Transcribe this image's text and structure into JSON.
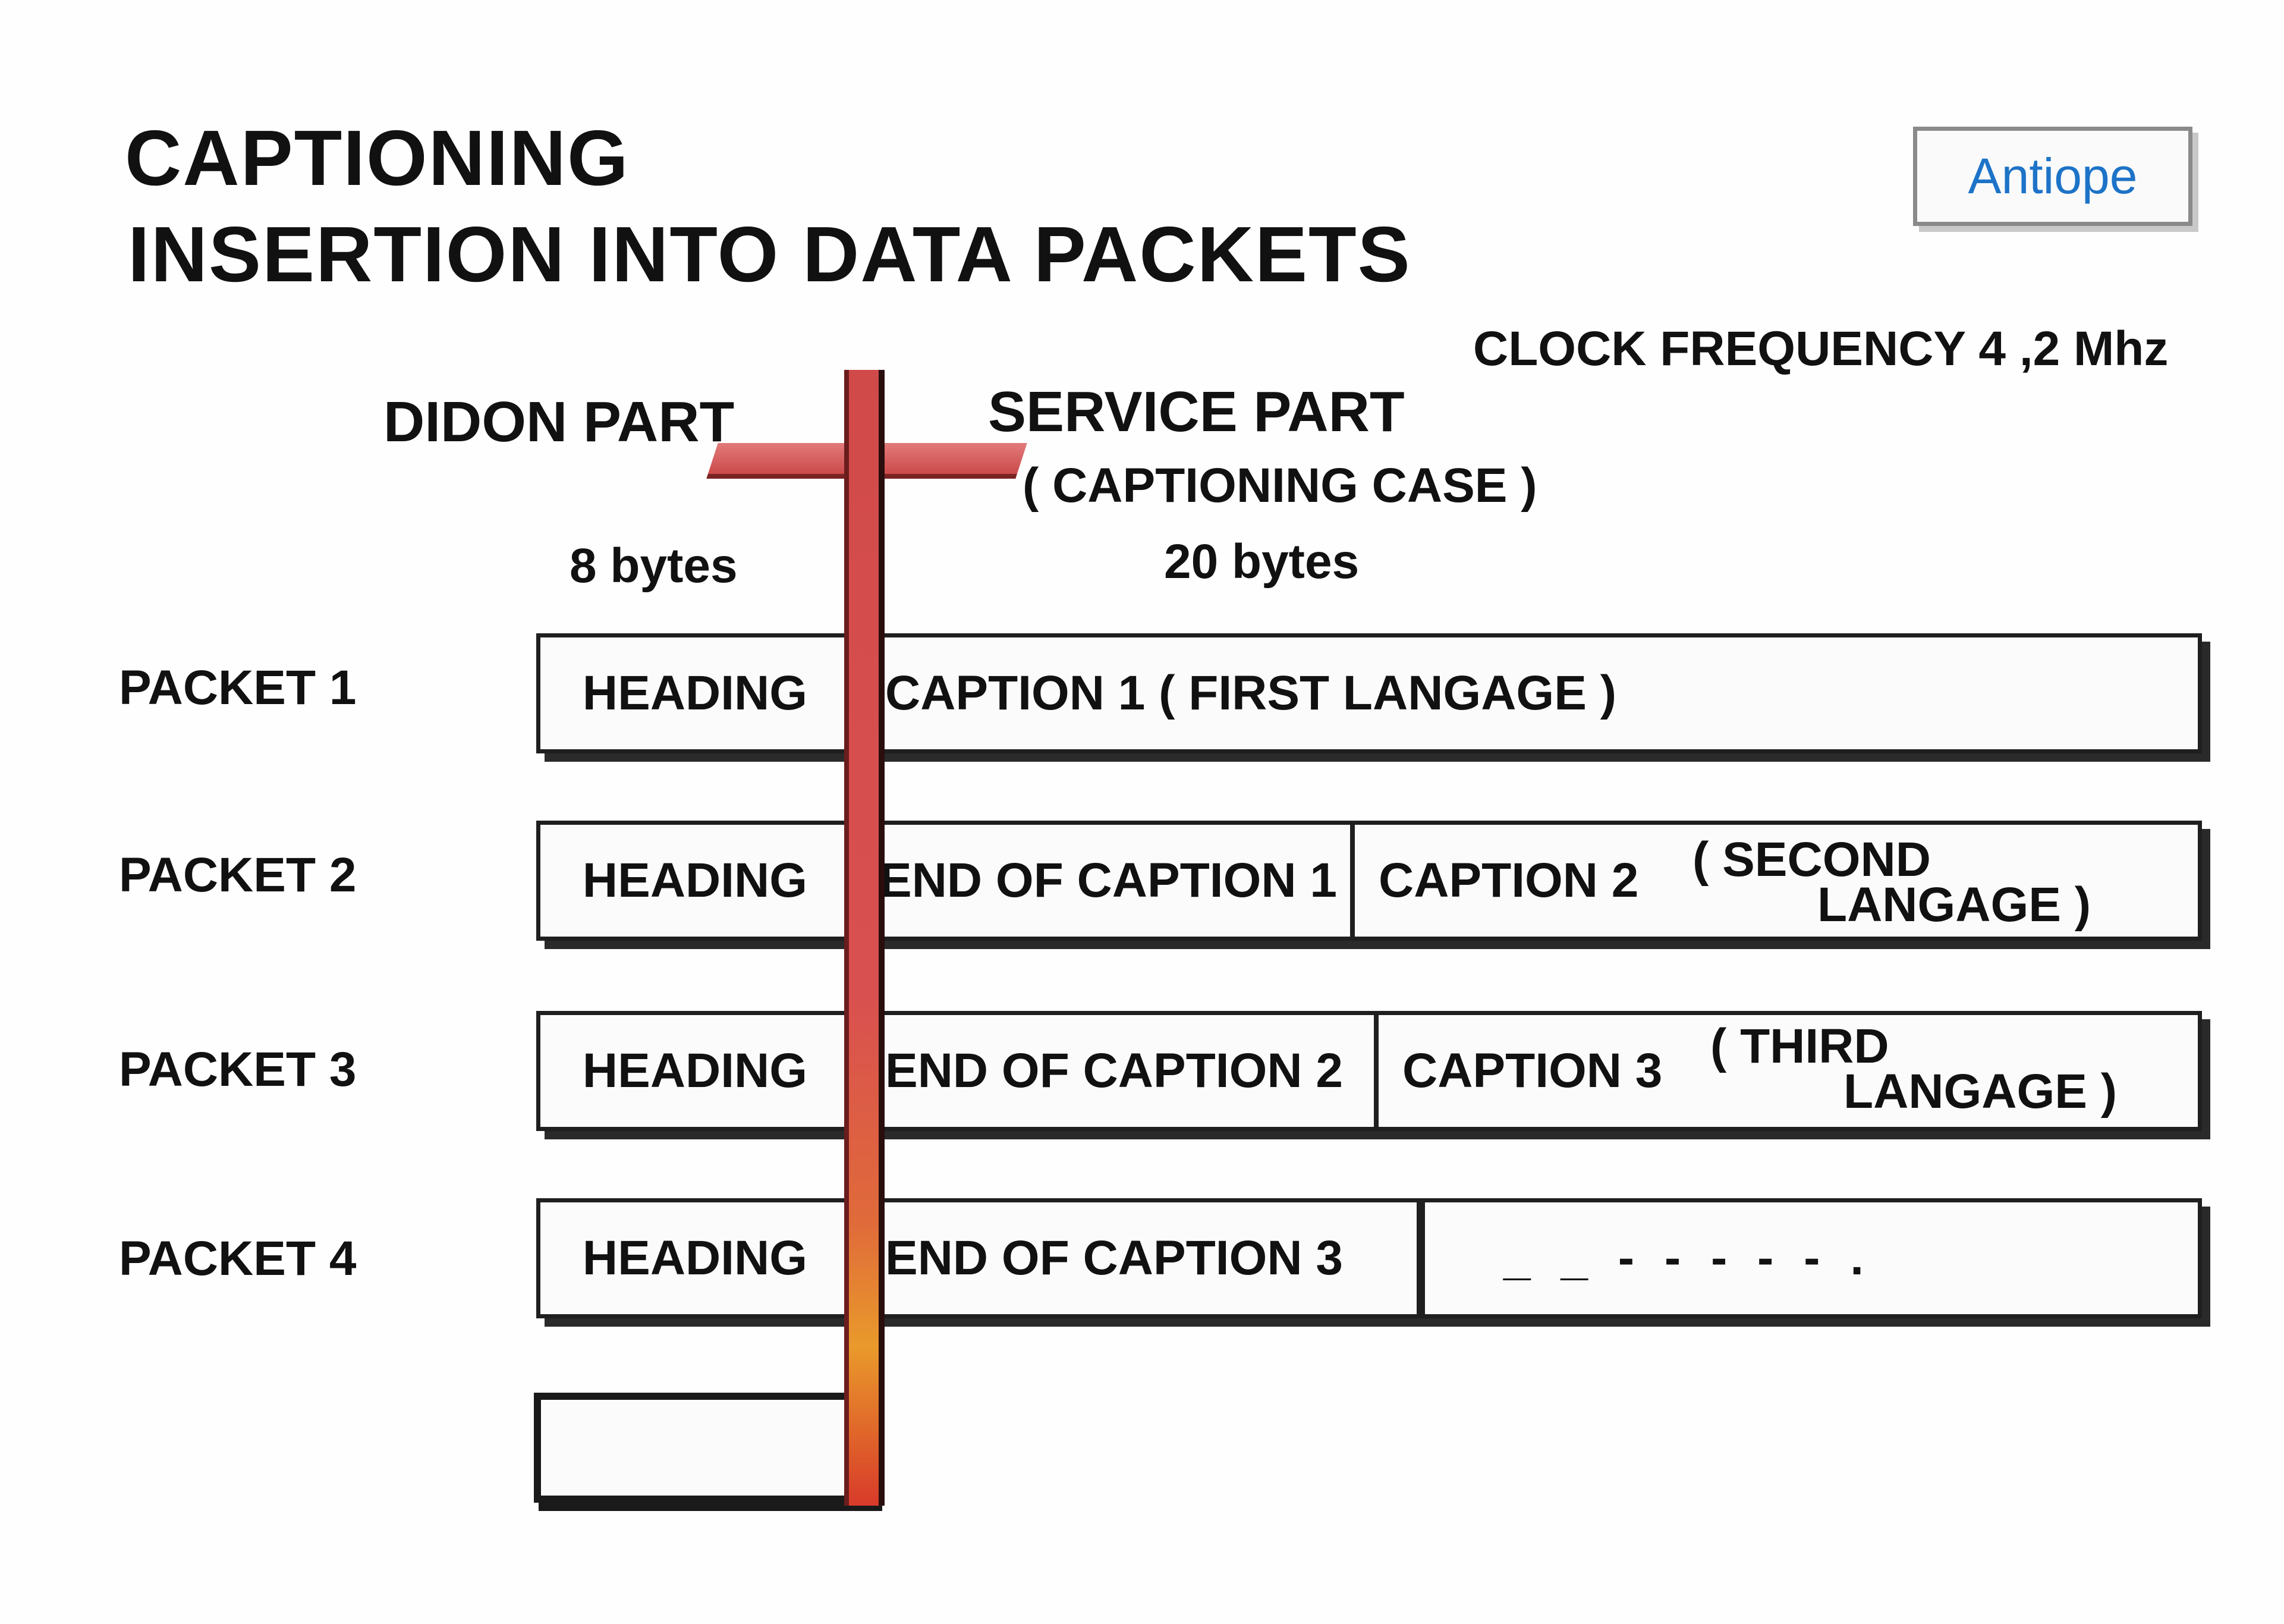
{
  "title": {
    "line1": "CAPTIONING",
    "line2": "INSERTION  INTO  DATA  PACKETS"
  },
  "badge": {
    "label": "Antiope",
    "color": "#1d73c7"
  },
  "clock_frequency": "CLOCK  FREQUENCY  4 ,2 Mhz",
  "didon_part": {
    "label": "DIDON  PART",
    "bytes": "8  bytes"
  },
  "service_part": {
    "label": "SERVICE   PART",
    "case": "( CAPTIONING   CASE )",
    "bytes": "20  bytes"
  },
  "packets": [
    {
      "label": "PACKET   1",
      "heading": "HEADING",
      "cells": [
        "CAPTION  1  ( FIRST  LANGAGE )"
      ]
    },
    {
      "label": "PACKET   2",
      "heading": "HEADING",
      "cells": [
        "END  OF  CAPTION 1",
        "CAPTION  2"
      ],
      "note_line1": "( SECOND",
      "note_line2": "LANGAGE )"
    },
    {
      "label": "PACKET   3",
      "heading": "HEADING",
      "cells": [
        "END  OF  CAPTION  2",
        "CAPTION  3"
      ],
      "note_line1": "( THIRD",
      "note_line2": "LANGAGE )"
    },
    {
      "label": "PACKET   4",
      "heading": "HEADING",
      "cells": [
        "END  OF  CAPTION  3",
        "_ _ - - - - - ."
      ]
    }
  ],
  "colors": {
    "divider_post": "#d14a4a",
    "box_border": "#1f1f1f"
  }
}
